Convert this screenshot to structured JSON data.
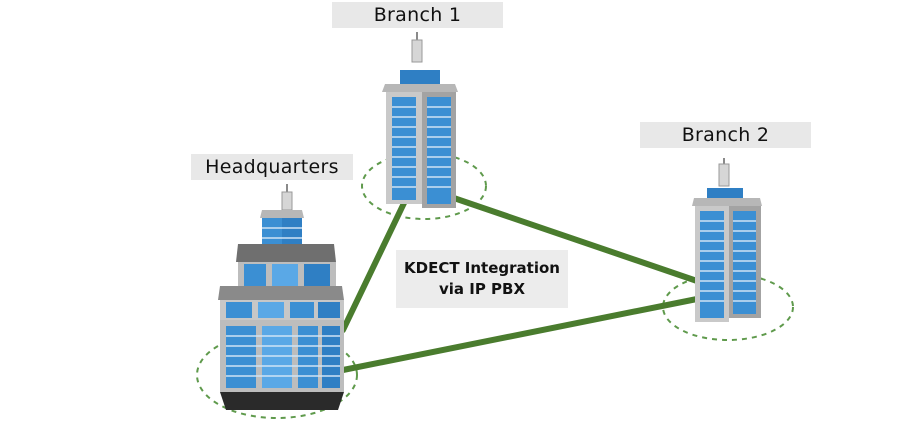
{
  "nodes": {
    "branch1": {
      "label": "Branch 1"
    },
    "branch2": {
      "label": "Branch 2"
    },
    "headquarters": {
      "label": "Headquarters"
    }
  },
  "integration": {
    "line1": "KDECT Integration",
    "line2": "via IP PBX"
  },
  "colors": {
    "link": "#4a7c2e",
    "ring": "#5f9a4c",
    "label_bg": "#e8e8e8",
    "glass": "#3b8fd3",
    "glass_light": "#5aa8e6",
    "wall": "#c7c7c7",
    "wall_dark": "#9a9a9a",
    "roof": "#6f6f6f"
  }
}
